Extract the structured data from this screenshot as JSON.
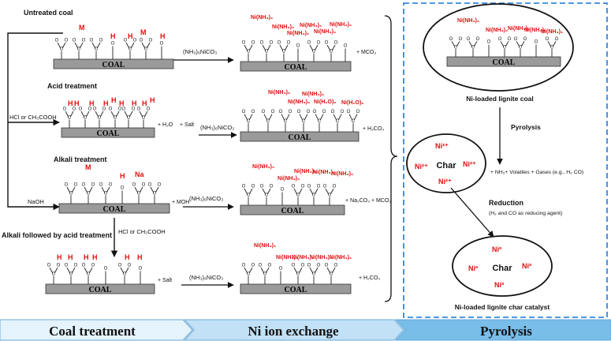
{
  "colors": {
    "accent_red": "#e01010",
    "coal_bar": "#9a9a9a",
    "dashed_box": "#3a86d9",
    "banner_light": "#dff0fb",
    "banner_mid": "#a9d6f3",
    "banner_dark": "#66b4e8"
  },
  "rows": [
    {
      "title": "Untreated coal",
      "reagent": "(NH₃)₆NiCO₃",
      "left_ions": [
        "M",
        "H",
        "H",
        "M",
        "H"
      ],
      "left_byproducts": [],
      "right_ions": [
        "Ni(NH₃)₆",
        "Ni(NH₃)₆",
        "Ni(NH₃)₆",
        "Ni(NH₃)₆",
        "Ni(NH₃)₆",
        "Ni(NH₃)₆"
      ],
      "byproduct": "+ MCO₃"
    },
    {
      "title": "Acid treatment",
      "reagent": "(NH₃)₆NiCO₃",
      "left_ions": [
        "H",
        "H",
        "H",
        "H",
        "H",
        "H",
        "H",
        "H",
        "H"
      ],
      "left_byproducts": [
        "+ H₂O",
        "+ Salt"
      ],
      "right_ions": [
        "Ni(NH₃)₆",
        "Ni(NH₃)₆",
        "Ni(NH₃)₆",
        "Ni(H₂O)₆",
        "Ni(H₂O)₆"
      ],
      "byproduct": "+ H₂CO₃"
    },
    {
      "title": "Alkali treatment",
      "reagent": "(NH₃)₆NiCO₃",
      "left_ions": [
        "M",
        "H",
        "Na"
      ],
      "left_byproducts": [
        "+ MOH"
      ],
      "right_ions": [
        "Ni(NH₃)₆",
        "Ni(NH₃)₆",
        "Ni(NH₃)₆",
        "Ni(NH₃)₆",
        "Ni(NH₃)₆"
      ],
      "byproduct": "+ Na₂CO₃ + MCO₃"
    },
    {
      "title": "Alkali followed by acid treatment",
      "reagent": "(NH₃)₆NiCO₃",
      "left_ions": [
        "H",
        "H",
        "H",
        "H",
        "H",
        "H"
      ],
      "left_byproducts": [
        "+ Salt"
      ],
      "right_ions": [
        "Ni(NH₃)₆",
        "Ni(NH₃)₆",
        "Ni(NH₃)₆",
        "Ni(NH₃)₆",
        "Ni(NH₃)₆"
      ],
      "byproduct": "+ H₂CO₃"
    }
  ],
  "reagents": {
    "acid": "HCl or CH₃COOH",
    "alkali": "NaOH",
    "acid_after_alkali": "HCl or CH₃COOH"
  },
  "coal_label": "COAL",
  "pyrolysis_panel": {
    "loaded_caption": "Ni-loaded lignite coal",
    "loaded_ions": [
      "Ni(NH₃)₆",
      "Ni(NH₃)₆",
      "Ni(NH₃)₆",
      "Ni(NH₃)₆",
      "Ni(NH₃)₆"
    ],
    "step_pyrolysis": "Pyrolysis",
    "gases": "+ NH₃+ Volatiles + Gases (e.g., H₂ CO)",
    "char_label": "Char",
    "char_ions": [
      "Ni²⁺",
      "Ni²⁺",
      "Ni²⁺",
      "Ni²⁺"
    ],
    "step_reduction": "Reduction",
    "reduction_note": "(H₂ and CO as reducing agent)",
    "catalyst_char_label": "Char",
    "catalyst_ions": [
      "Niº",
      "Niº",
      "Niº",
      "Niº"
    ],
    "catalyst_caption": "Ni-loaded lignite char catalyst"
  },
  "banner": {
    "stage1": "Coal treatment",
    "stage2": "Ni ion exchange",
    "stage3": "Pyrolysis"
  }
}
